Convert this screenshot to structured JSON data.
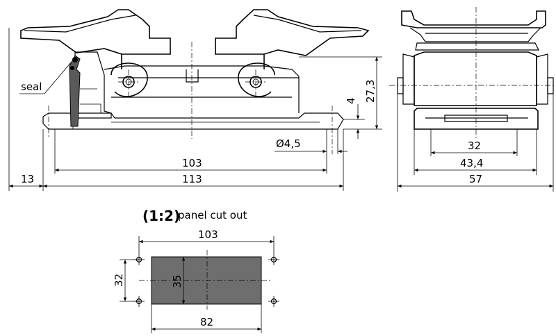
{
  "labels": {
    "seal": "seal",
    "scale": "(1:2)",
    "panel_cut_out": "panel cut out"
  },
  "dimensions": {
    "d_13": "13",
    "d_103": "103",
    "d_113": "113",
    "d_hole": "Ø4,5",
    "d_4": "4",
    "d_27_3": "27,3",
    "d_32_side": "32",
    "d_43_4": "43,4",
    "d_57": "57",
    "cut_103": "103",
    "cut_32": "32",
    "cut_35": "35",
    "cut_82": "82"
  },
  "colors": {
    "line": "#000000",
    "fill_section": "#5a5a5a",
    "fill_panel": "#6e6e6e",
    "background": "#ffffff"
  }
}
